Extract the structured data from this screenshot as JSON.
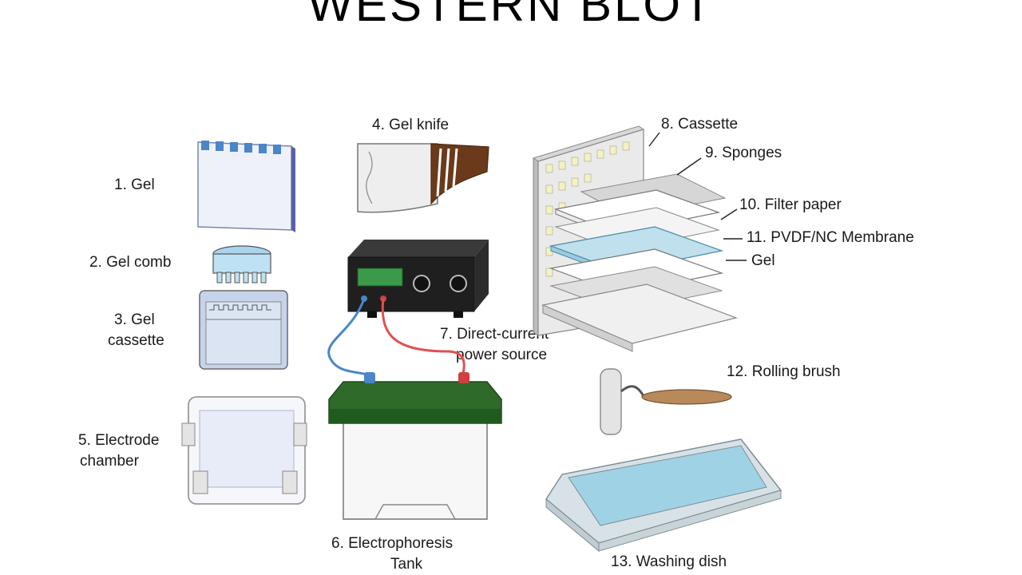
{
  "title": "WESTERN BLOT",
  "labels": {
    "gel": "1. Gel",
    "gel_comb": "2. Gel  comb",
    "gel_cassette_1": "3. Gel",
    "gel_cassette_2": "cassette",
    "gel_knife": "4. Gel  knife",
    "electrode_chamber_1": "5. Electrode",
    "electrode_chamber_2": "chamber",
    "tank_1": "6.  Electrophoresis",
    "tank_2": "Tank",
    "power_1": "7.  Direct-current",
    "power_2": "power source",
    "cassette": "8. Cassette",
    "sponges": "9. Sponges",
    "filter_paper": "10. Filter paper",
    "membrane": "11. PVDF/NC Membrane",
    "gel_layer": "Gel",
    "rolling_brush": "12. Rolling brush",
    "washing_dish": "13. Washing dish"
  }
}
